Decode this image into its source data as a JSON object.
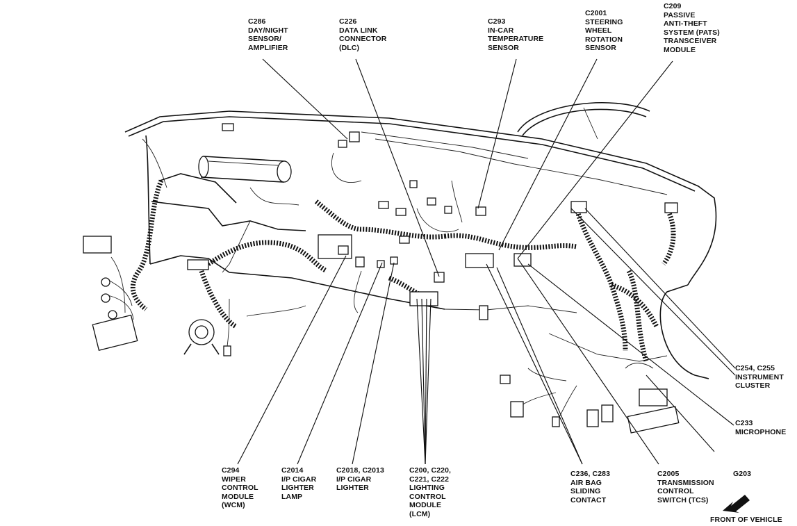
{
  "labels": {
    "c286": "C286\nDAY/NIGHT\nSENSOR/\nAMPLIFIER",
    "c226": "C226\nDATA LINK\nCONNECTOR\n(DLC)",
    "c293": "C293\nIN-CAR\nTEMPERATURE\nSENSOR",
    "c2001": "C2001\nSTEERING\nWHEEL\nROTATION\nSENSOR",
    "c209": "C209\nPASSIVE\nANTI-THEFT\nSYSTEM (PATS)\nTRANSCEIVER\nMODULE",
    "c254": "C254, C255\nINSTRUMENT\nCLUSTER",
    "c233": "C233\nMICROPHONE",
    "c294": "C294\nWIPER\nCONTROL\nMODULE\n(WCM)",
    "c2014": "C2014\nI/P CIGAR\nLIGHTER\nLAMP",
    "c2018": "C2018, C2013\nI/P CIGAR\nLIGHTER",
    "c200": "C200, C220,\nC221, C222\nLIGHTING\nCONTROL\nMODULE\n(LCM)",
    "c236": "C236, C283\nAIR BAG\nSLIDING\nCONTACT",
    "c2005": "C2005\nTRANSMISSION\nCONTROL\nSWITCH (TCS)",
    "g203": "G203",
    "front": "FRONT OF VEHICLE"
  }
}
